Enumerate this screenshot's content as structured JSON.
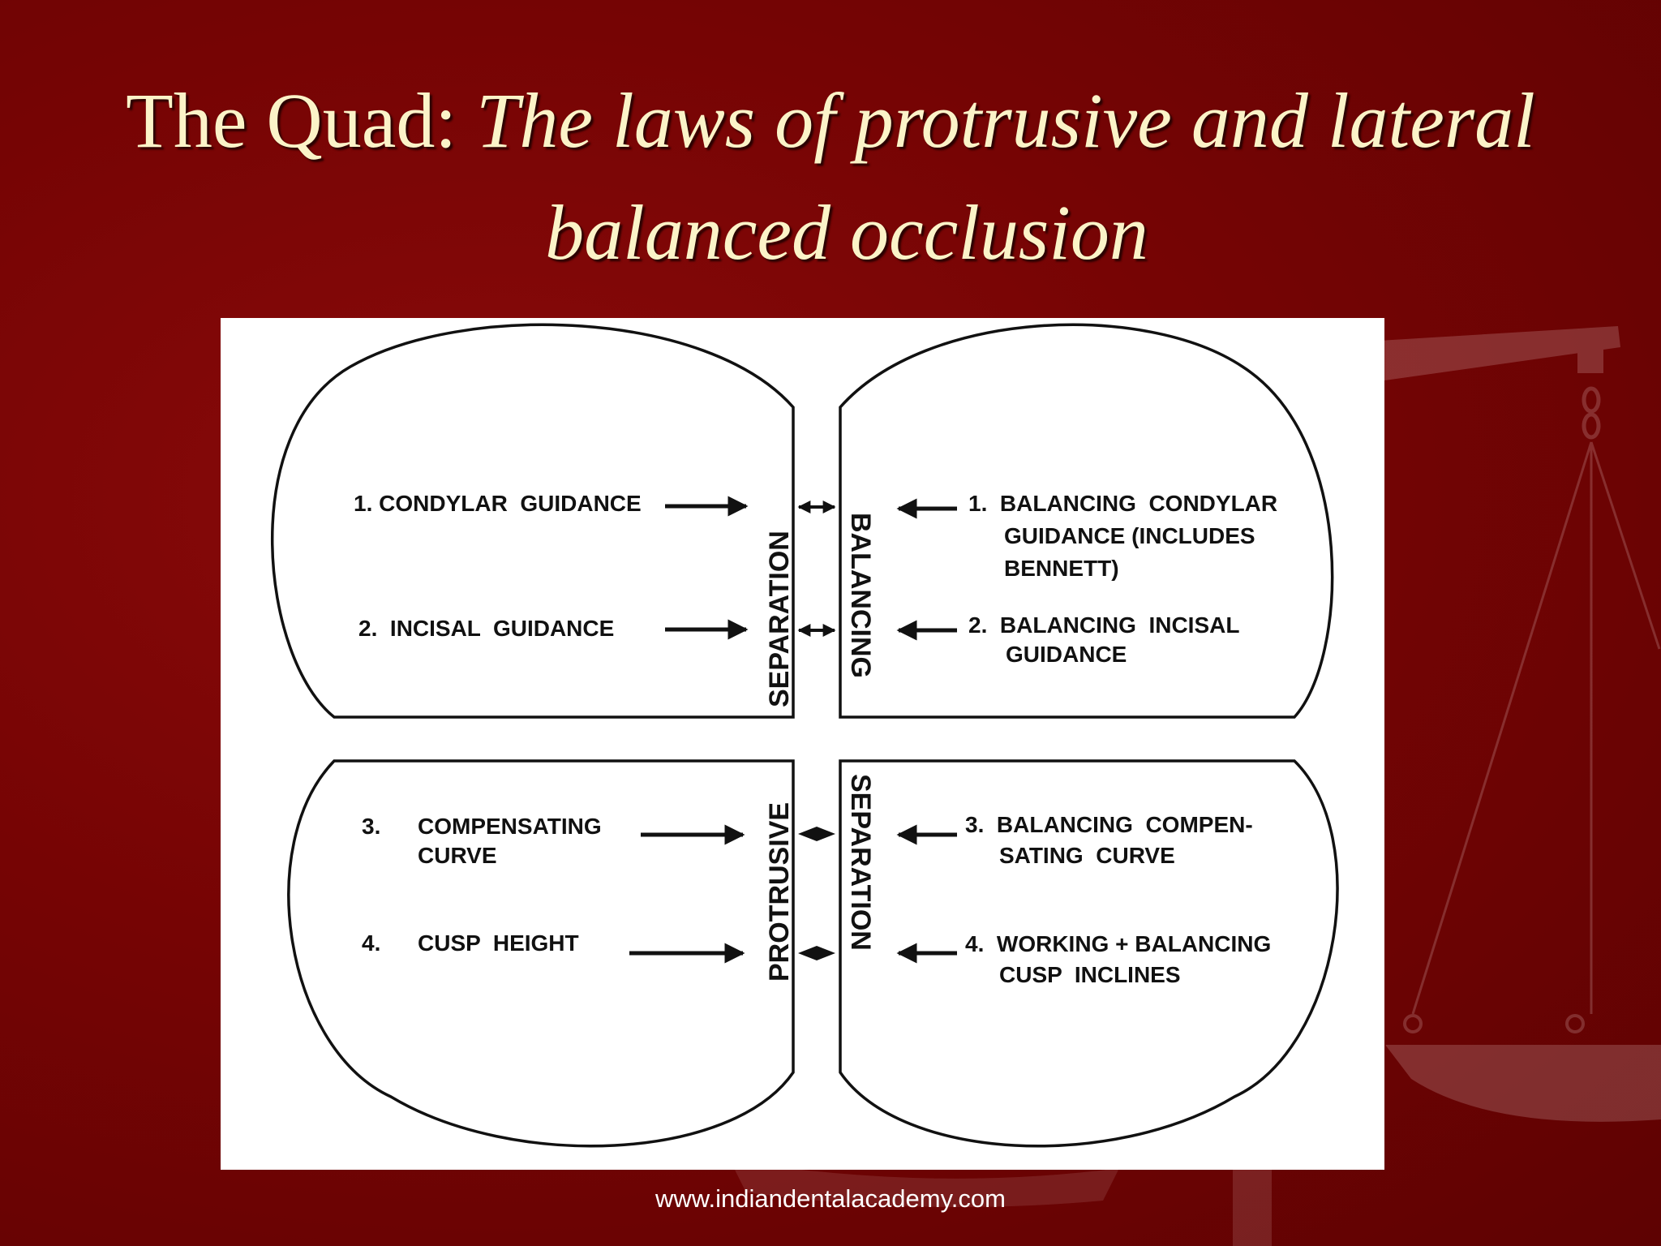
{
  "slide": {
    "title_lead": "The Quad:",
    "title_italic_1": "The laws of protrusive and lateral",
    "title_italic_2": "balanced occlusion",
    "footer_url": "www.indiandentalacademy.com"
  },
  "diagram": {
    "top_left": {
      "items": [
        "1. CONDYLAR  GUIDANCE",
        "2.  INCISAL  GUIDANCE"
      ],
      "side_label": "SEPARATION"
    },
    "top_right": {
      "items_1": [
        "1.  BALANCING  CONDYLAR",
        "GUIDANCE (INCLUDES",
        "BENNETT)"
      ],
      "items_2": [
        "2.  BALANCING  INCISAL",
        "GUIDANCE"
      ],
      "side_label": "BALANCING"
    },
    "bottom_left": {
      "item_3": [
        "3.",
        "COMPENSATING",
        "CURVE"
      ],
      "item_4": [
        "4.",
        "CUSP  HEIGHT"
      ],
      "side_label": "PROTRUSIVE"
    },
    "bottom_right": {
      "item_3": [
        "3.  BALANCING  COMPEN-",
        "SATING  CURVE"
      ],
      "item_4": [
        "4.  WORKING + BALANCING",
        "CUSP  INCLINES"
      ],
      "side_label": "SEPARATION"
    }
  },
  "colors": {
    "background": "#760404",
    "title": "#fbf3c8",
    "panel": "#ffffff",
    "ink": "#111111"
  }
}
